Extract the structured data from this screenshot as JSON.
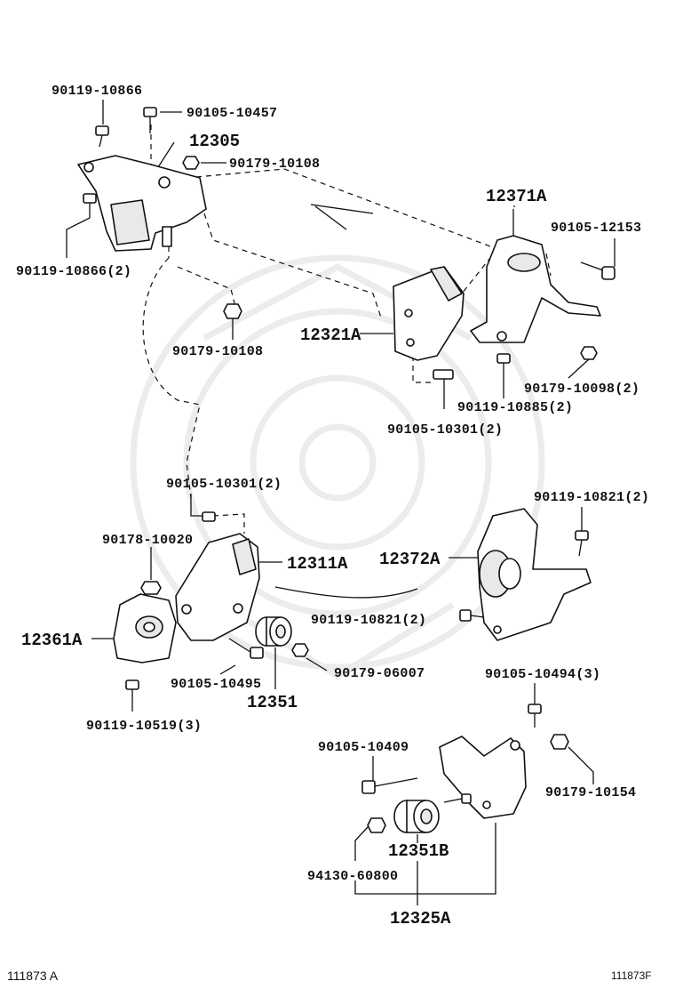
{
  "labels": {
    "l01": "90119-10866",
    "l02": "90105-10457",
    "l03": "12305",
    "l04": "90179-10108",
    "l05": "90119-10866(2)",
    "l06": "12371A",
    "l07": "90105-12153",
    "l08": "12321A",
    "l09": "90179-10108",
    "l10": "90179-10098(2)",
    "l11": "90119-10885(2)",
    "l12": "90105-10301(2)",
    "l13": "90105-10301(2)",
    "l14": "90119-10821(2)",
    "l15": "90178-10020",
    "l16": "12372A",
    "l17": "12311A",
    "l18": "90119-10821(2)",
    "l19": "12361A",
    "l20": "90179-06007",
    "l21": "90105-10495",
    "l22": "90105-10494(3)",
    "l23": "12351",
    "l24": "90119-10519(3)",
    "l25": "90105-10409",
    "l26": "90179-10154",
    "l27": "12351B",
    "l28": "94130-60800",
    "l29": "12325A"
  },
  "footer": {
    "left_code": "111873  A",
    "right_code": "111873F"
  }
}
